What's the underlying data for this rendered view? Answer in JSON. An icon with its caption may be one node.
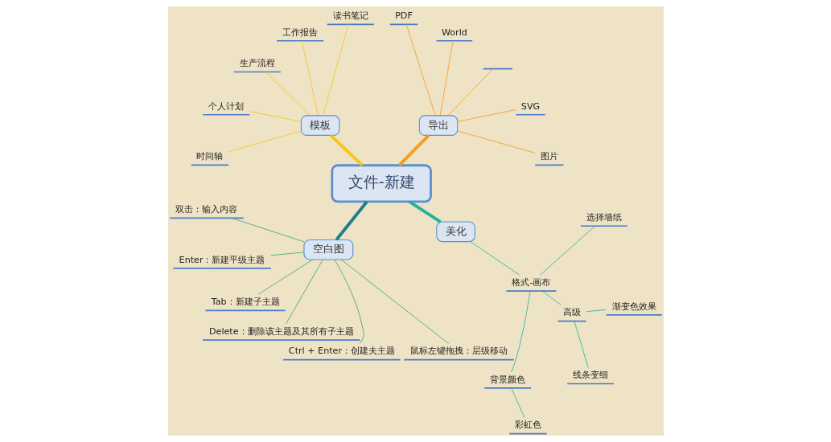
{
  "diagram": {
    "nodes": [
      {
        "text": [
          "文件-新建"
        ]
      },
      {
        "text": [
          "导出"
        ]
      },
      {
        "text": [
          "图片"
        ]
      },
      {
        "text": [
          "SVG"
        ]
      },
      {
        "text": [],
        "shape": "bar"
      },
      {
        "text": [
          "World"
        ]
      },
      {
        "text": [
          "PDF"
        ]
      },
      {
        "text": [
          "模板"
        ]
      },
      {
        "text": [
          "读书笔记"
        ]
      },
      {
        "text": [
          "工作报告"
        ]
      },
      {
        "text": [
          "生产流程"
        ]
      },
      {
        "text": [
          "个人计划"
        ]
      },
      {
        "text": [
          "时间轴"
        ]
      },
      {
        "text": [
          "空白图"
        ]
      },
      {
        "text": [
          "双击：输入内容"
        ]
      },
      {
        "text": [
          "Enter：新建平级主题"
        ]
      },
      {
        "text": [
          "Tab：新建子主题"
        ]
      },
      {
        "text": [
          "Delete：删除该主题及其所有子主题"
        ]
      },
      {
        "text": [
          "Ctrl + Enter：创建夫主题"
        ]
      },
      {
        "text": [
          "鼠标左键拖拽：层级移动"
        ]
      },
      {
        "text": [
          "美化"
        ]
      },
      {
        "text": [
          "格式-画布"
        ]
      },
      {
        "text": [
          "背景颜色"
        ]
      },
      {
        "text": [
          "彩虹色"
        ]
      },
      {
        "text": [
          "高级"
        ]
      },
      {
        "text": [
          "线条变细"
        ]
      },
      {
        "text": [
          "渐变色效果"
        ]
      },
      {
        "text": [
          "选择墙纸"
        ]
      }
    ],
    "edges": [
      {
        "from": 0,
        "to": 1,
        "arrow": "none",
        "style": "thick",
        "color": "#f39c1f"
      },
      {
        "from": 1,
        "to": 2,
        "arrow": "none",
        "color": "#f39c1f"
      },
      {
        "from": 1,
        "to": 3,
        "arrow": "none",
        "color": "#f39c1f"
      },
      {
        "from": 1,
        "to": 4,
        "arrow": "none",
        "color": "#f39c1f"
      },
      {
        "from": 1,
        "to": 5,
        "arrow": "none",
        "color": "#f39c1f"
      },
      {
        "from": 1,
        "to": 6,
        "arrow": "none",
        "color": "#f39c1f"
      },
      {
        "from": 0,
        "to": 7,
        "arrow": "none",
        "style": "thick",
        "color": "#f5c518"
      },
      {
        "from": 7,
        "to": 8,
        "arrow": "none",
        "color": "#f5c518"
      },
      {
        "from": 7,
        "to": 9,
        "arrow": "none",
        "color": "#f5c518"
      },
      {
        "from": 7,
        "to": 10,
        "arrow": "none",
        "color": "#f5c518"
      },
      {
        "from": 7,
        "to": 11,
        "arrow": "none",
        "color": "#f5c518"
      },
      {
        "from": 7,
        "to": 12,
        "arrow": "none",
        "color": "#f5c518"
      },
      {
        "from": 0,
        "to": 13,
        "arrow": "none",
        "style": "thick",
        "color": "#1f7f8c"
      },
      {
        "from": 13,
        "to": 14,
        "arrow": "none"
      },
      {
        "from": 13,
        "to": 15,
        "arrow": "none"
      },
      {
        "from": 13,
        "to": 16,
        "arrow": "none"
      },
      {
        "from": 13,
        "to": 17,
        "arrow": "none"
      },
      {
        "from": 13,
        "to": 18,
        "arrow": "none"
      },
      {
        "from": 13,
        "to": 19,
        "arrow": "none"
      },
      {
        "from": 0,
        "to": 20,
        "arrow": "none",
        "style": "thick",
        "color": "#25b39b"
      },
      {
        "from": 20,
        "to": 21,
        "arrow": "none",
        "color": "#25b39b"
      },
      {
        "from": 21,
        "to": 22,
        "arrow": "none",
        "color": "#25b39b"
      },
      {
        "from": 22,
        "to": 23,
        "arrow": "none",
        "color": "#25b39b"
      },
      {
        "from": 21,
        "to": 24,
        "arrow": "none",
        "color": "#25b39b"
      },
      {
        "from": 24,
        "to": 25,
        "arrow": "none",
        "color": "#25b39b"
      },
      {
        "from": 24,
        "to": 26,
        "arrow": "none",
        "color": "#25b39b"
      },
      {
        "from": 21,
        "to": 27,
        "arrow": "none",
        "color": "#25b39b"
      }
    ]
  }
}
